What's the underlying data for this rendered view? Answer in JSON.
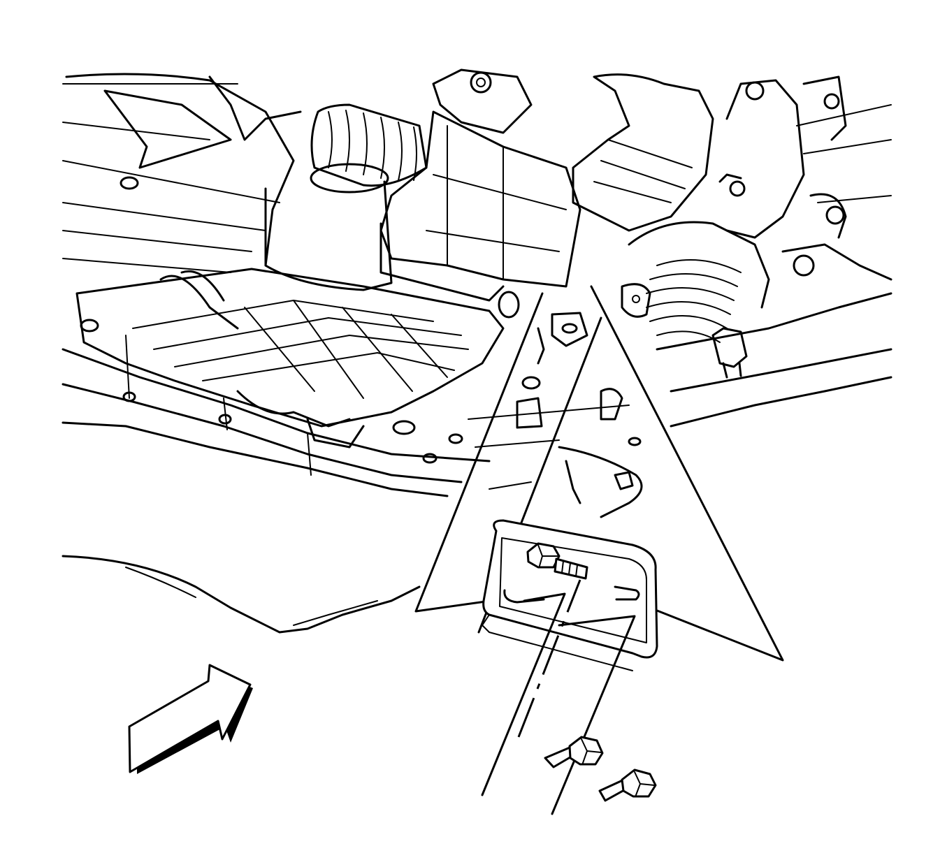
{
  "figure": {
    "components": [
      {
        "name": "underbody-panel",
        "icon": "underbody-panel-icon"
      },
      {
        "name": "drive-motor",
        "icon": "motor-icon"
      },
      {
        "name": "mounting-bracket",
        "icon": "bracket-icon"
      },
      {
        "name": "flange-bolt",
        "icon": "bolt-icon",
        "count": 3
      },
      {
        "name": "view-direction-arrow",
        "icon": "arrow-icon"
      }
    ],
    "colors": {
      "line": "#000000",
      "background": "#ffffff"
    }
  }
}
